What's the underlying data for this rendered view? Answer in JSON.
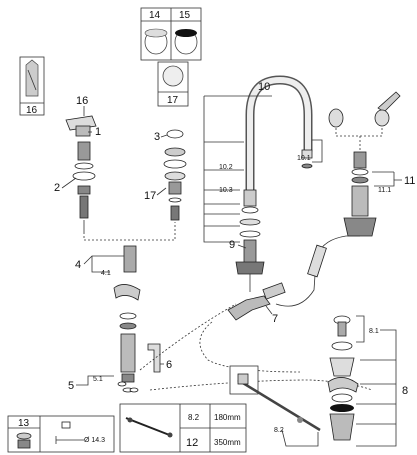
{
  "callouts": {
    "p1": "1",
    "p2": "2",
    "p3": "3",
    "p4": "4",
    "p4_1": "4.1",
    "p5": "5",
    "p5_1": "5.1",
    "p6": "6",
    "p7": "7",
    "p8": "8",
    "p8_1": "8.1",
    "p8_2": "8.2",
    "p9": "9",
    "p10": "10",
    "p10_1": "10.1",
    "p10_2": "10.2",
    "p10_3": "10.3",
    "p11": "11",
    "p11_1": "11.1",
    "p12": "12",
    "p13": "13",
    "p14": "14",
    "p15": "15",
    "p16": "16",
    "p16_box": "16",
    "p17": "17",
    "p17_box": "17",
    "p17_side": "17"
  },
  "inset_13": {
    "dimension": "Ø 14.3"
  },
  "inset_12": {
    "rows": [
      {
        "code": "8.2",
        "length": "180mm"
      },
      {
        "code": "12",
        "length": "350mm"
      }
    ]
  }
}
